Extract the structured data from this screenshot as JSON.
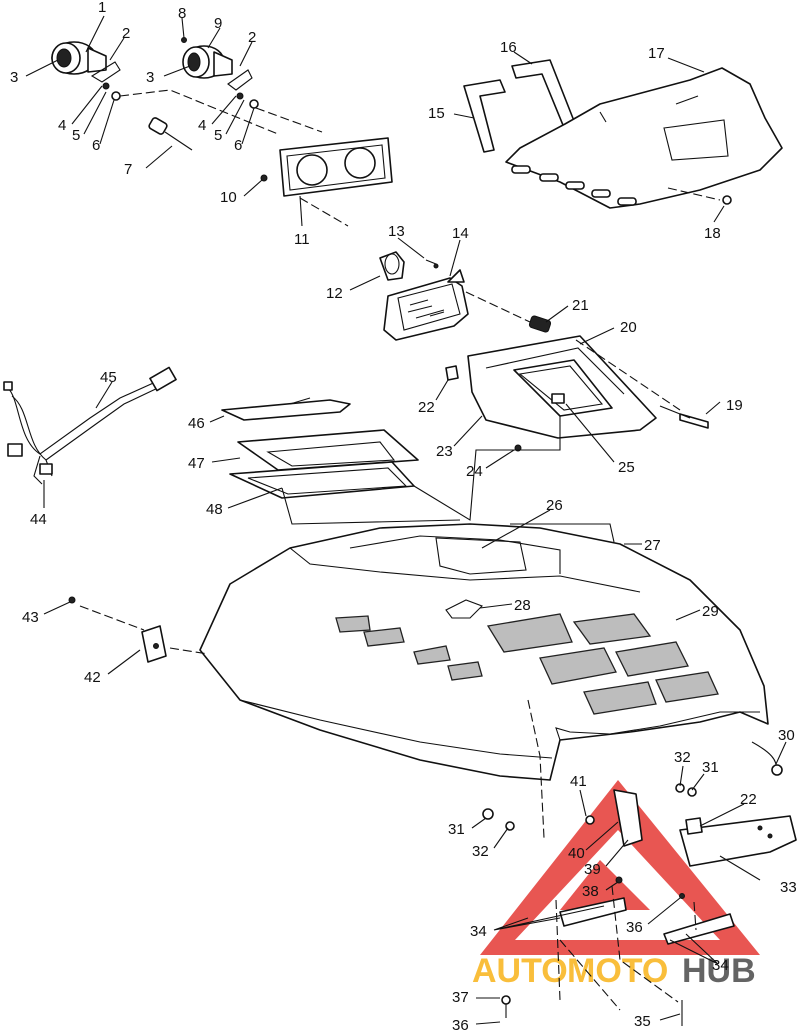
{
  "diagram": {
    "labels": [
      "1",
      "2",
      "3",
      "4",
      "5",
      "6",
      "7",
      "8",
      "9",
      "10",
      "11",
      "12",
      "13",
      "14",
      "15",
      "16",
      "17",
      "18",
      "19",
      "20",
      "21",
      "22",
      "23",
      "24",
      "25",
      "26",
      "27",
      "28",
      "29",
      "30",
      "31",
      "32",
      "33",
      "34",
      "35",
      "36",
      "37",
      "38",
      "39",
      "40",
      "41",
      "42",
      "43",
      "44",
      "45",
      "46",
      "47",
      "48"
    ],
    "callouts": [
      {
        "text": "1"
      },
      {
        "text": "2"
      },
      {
        "text": "3"
      },
      {
        "text": "4"
      },
      {
        "text": "5"
      },
      {
        "text": "6"
      },
      {
        "text": "8"
      },
      {
        "text": "9"
      },
      {
        "text": "2"
      },
      {
        "text": "3"
      },
      {
        "text": "4"
      },
      {
        "text": "5"
      },
      {
        "text": "6"
      },
      {
        "text": "7"
      },
      {
        "text": "10"
      },
      {
        "text": "11"
      },
      {
        "text": "15"
      },
      {
        "text": "16"
      },
      {
        "text": "17"
      },
      {
        "text": "18"
      },
      {
        "text": "13"
      },
      {
        "text": "14"
      },
      {
        "text": "12"
      },
      {
        "text": "21"
      },
      {
        "text": "20"
      },
      {
        "text": "22"
      },
      {
        "text": "19"
      },
      {
        "text": "23"
      },
      {
        "text": "24"
      },
      {
        "text": "25"
      },
      {
        "text": "45"
      },
      {
        "text": "44"
      },
      {
        "text": "46"
      },
      {
        "text": "47"
      },
      {
        "text": "48"
      },
      {
        "text": "26"
      },
      {
        "text": "27"
      },
      {
        "text": "28"
      },
      {
        "text": "29"
      },
      {
        "text": "43"
      },
      {
        "text": "42"
      },
      {
        "text": "30"
      },
      {
        "text": "32"
      },
      {
        "text": "31"
      },
      {
        "text": "41"
      },
      {
        "text": "22"
      },
      {
        "text": "31"
      },
      {
        "text": "32"
      },
      {
        "text": "40"
      },
      {
        "text": "39"
      },
      {
        "text": "38"
      },
      {
        "text": "33"
      },
      {
        "text": "34"
      },
      {
        "text": "36"
      },
      {
        "text": "34"
      },
      {
        "text": "37"
      },
      {
        "text": "36"
      },
      {
        "text": "35"
      }
    ]
  },
  "watermark": {
    "part1": "AUTO",
    "part2": "MOTO",
    "part3": "HUB",
    "colors": {
      "triangle": "#e53935",
      "auto": "#f8b31a",
      "moto": "#f8b31a",
      "hub": "#4a4a4a"
    }
  }
}
